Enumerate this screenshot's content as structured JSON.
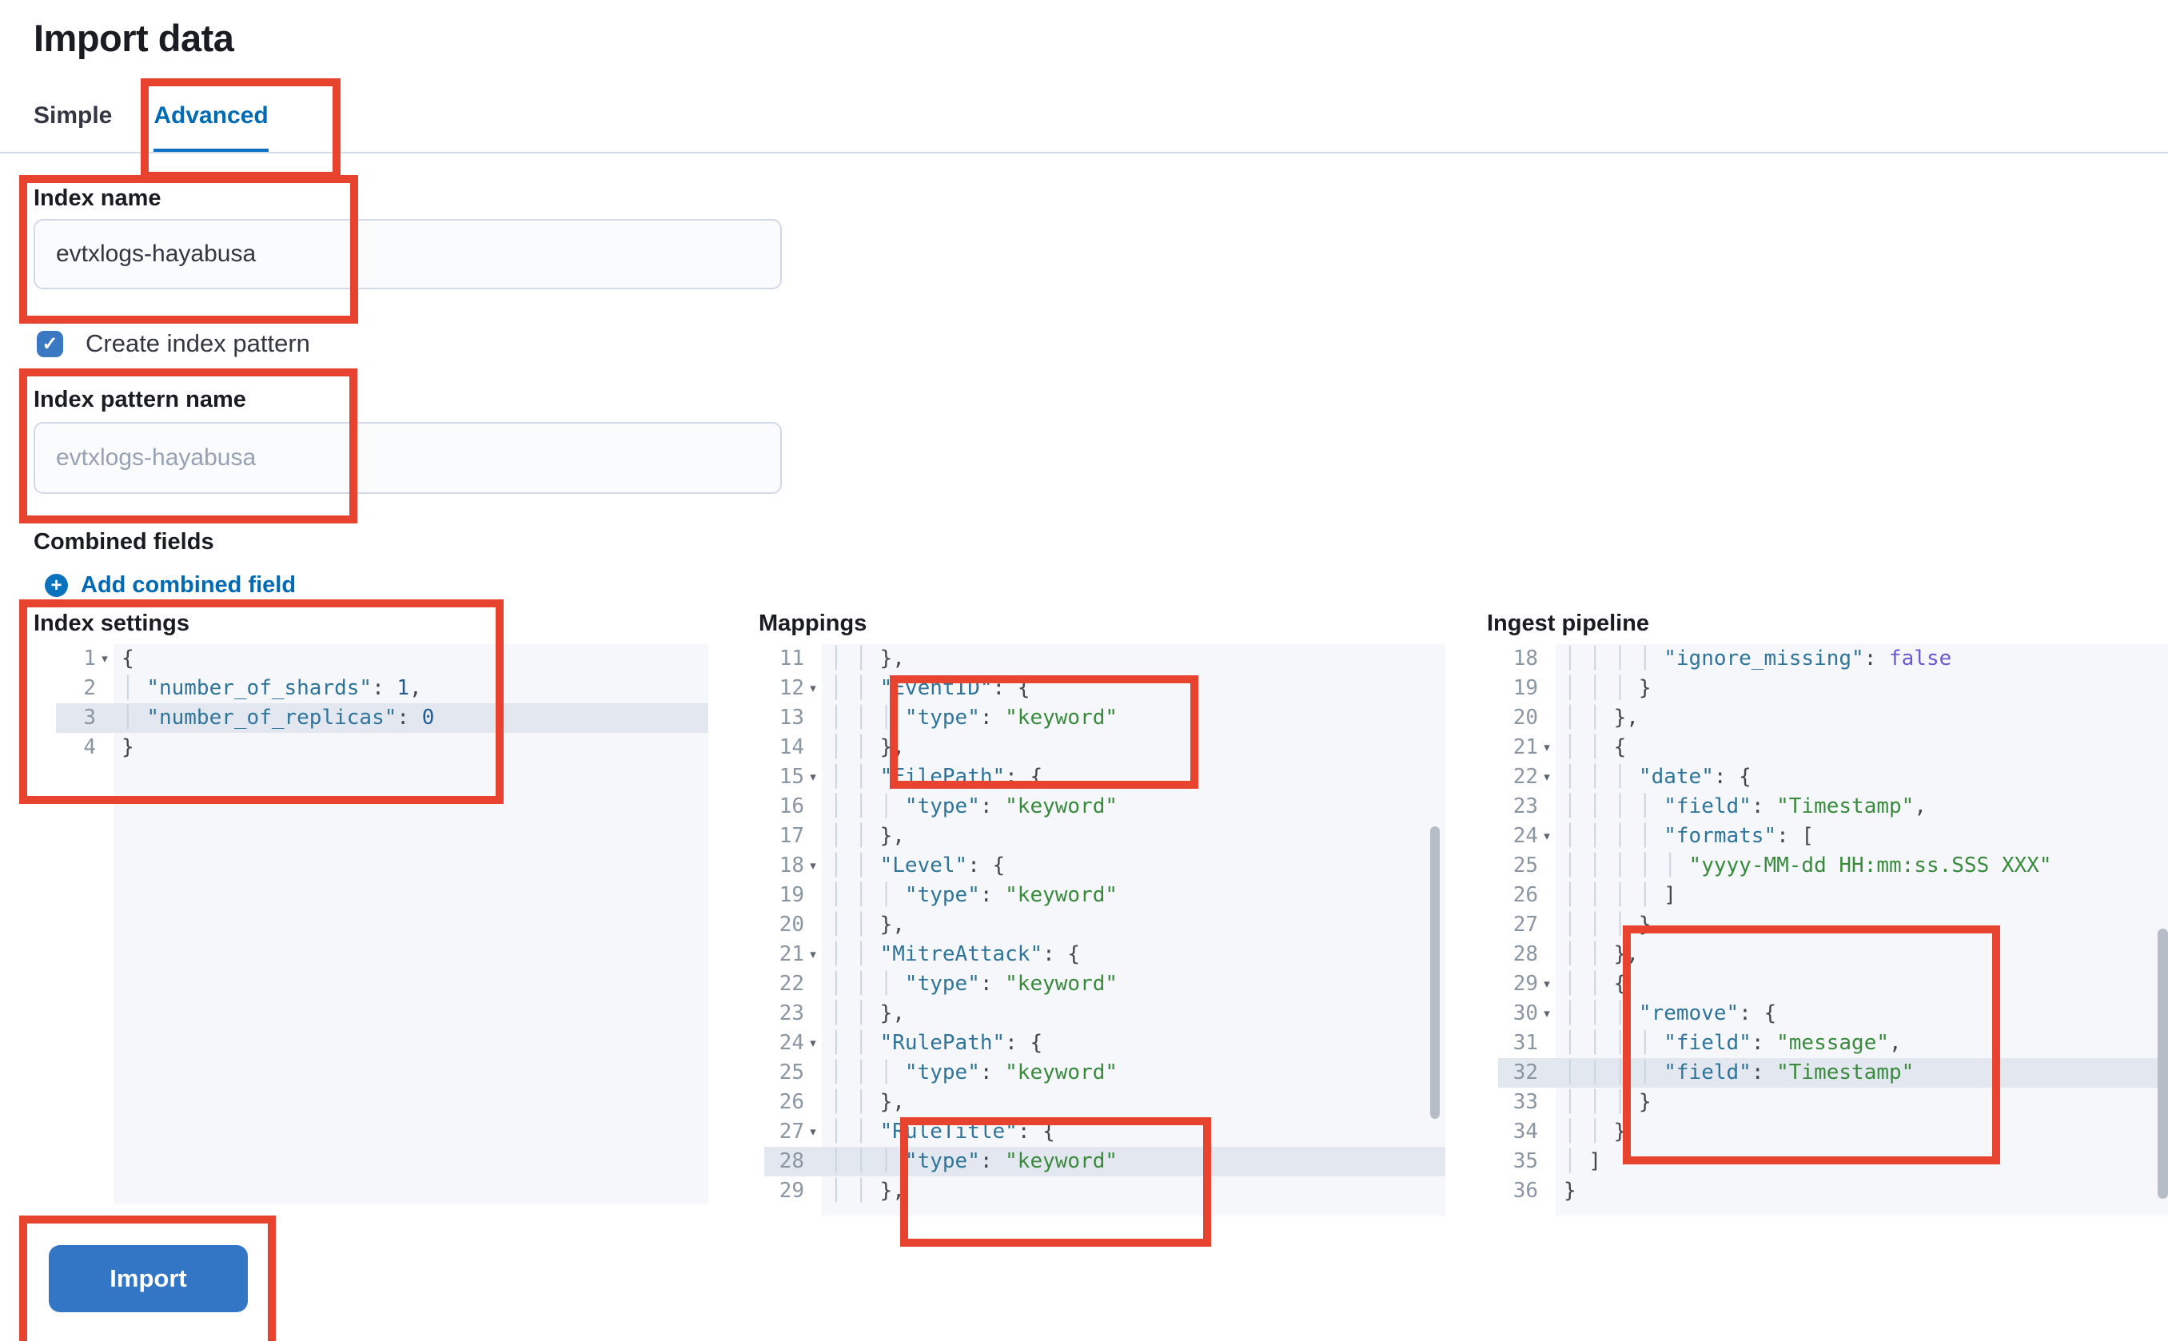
{
  "page": {
    "title": "Import data"
  },
  "tabs": [
    {
      "label": "Simple",
      "active": false
    },
    {
      "label": "Advanced",
      "active": true
    }
  ],
  "form": {
    "index_name": {
      "label": "Index name",
      "value": "evtxlogs-hayabusa"
    },
    "create_index_pattern": {
      "label": "Create index pattern",
      "checked": true
    },
    "index_pattern_name": {
      "label": "Index pattern name",
      "placeholder": "evtxlogs-hayabusa"
    },
    "combined_fields": {
      "label": "Combined fields",
      "add_link_label": "Add combined field"
    }
  },
  "icons": {
    "checkbox_check": "✓",
    "add_plus": "+",
    "fold_arrow": "▾",
    "indent_guide": "│ "
  },
  "colors": {
    "annotation_red": "#e8432e",
    "link_blue": "#006bb4",
    "tab_underline_blue": "#0b6fc4",
    "checkbox_blue": "#3a78c2",
    "button_blue": "#3276c5",
    "editor_bg": "#f5f7fa",
    "editor_highlight": "#e3e8f0",
    "syntax_key": "#2f7499",
    "syntax_string": "#3a8a3e",
    "syntax_number": "#255d8f",
    "syntax_boolean": "#6a5ad1"
  },
  "import_button": {
    "label": "Import"
  },
  "editors": [
    {
      "label": "Index settings",
      "lines": [
        {
          "n": "1",
          "fold": true,
          "ind": 0,
          "seg": [
            [
              "p",
              "{"
            ]
          ]
        },
        {
          "n": "2",
          "ind": 1,
          "seg": [
            [
              "k",
              "\"number_of_shards\""
            ],
            [
              "p",
              ": "
            ],
            [
              "n",
              "1"
            ],
            [
              "p",
              ","
            ]
          ]
        },
        {
          "n": "3",
          "ind": 1,
          "hl": true,
          "seg": [
            [
              "k",
              "\"number_of_replicas\""
            ],
            [
              "p",
              ": "
            ],
            [
              "n",
              "0"
            ]
          ]
        },
        {
          "n": "4",
          "ind": 0,
          "seg": [
            [
              "p",
              "}"
            ]
          ]
        }
      ]
    },
    {
      "label": "Mappings",
      "lines": [
        {
          "n": "11",
          "ind": 2,
          "seg": [
            [
              "p",
              "},"
            ]
          ]
        },
        {
          "n": "12",
          "fold": true,
          "ind": 2,
          "seg": [
            [
              "k",
              "\"EventID\""
            ],
            [
              "p",
              ": {"
            ]
          ]
        },
        {
          "n": "13",
          "ind": 3,
          "seg": [
            [
              "k",
              "\"type\""
            ],
            [
              "p",
              ": "
            ],
            [
              "s",
              "\"keyword\""
            ]
          ]
        },
        {
          "n": "14",
          "ind": 2,
          "seg": [
            [
              "p",
              "},"
            ]
          ]
        },
        {
          "n": "15",
          "fold": true,
          "ind": 2,
          "seg": [
            [
              "k",
              "\"FilePath\""
            ],
            [
              "p",
              ": {"
            ]
          ]
        },
        {
          "n": "16",
          "ind": 3,
          "seg": [
            [
              "k",
              "\"type\""
            ],
            [
              "p",
              ": "
            ],
            [
              "s",
              "\"keyword\""
            ]
          ]
        },
        {
          "n": "17",
          "ind": 2,
          "seg": [
            [
              "p",
              "},"
            ]
          ]
        },
        {
          "n": "18",
          "fold": true,
          "ind": 2,
          "seg": [
            [
              "k",
              "\"Level\""
            ],
            [
              "p",
              ": {"
            ]
          ]
        },
        {
          "n": "19",
          "ind": 3,
          "seg": [
            [
              "k",
              "\"type\""
            ],
            [
              "p",
              ": "
            ],
            [
              "s",
              "\"keyword\""
            ]
          ]
        },
        {
          "n": "20",
          "ind": 2,
          "seg": [
            [
              "p",
              "},"
            ]
          ]
        },
        {
          "n": "21",
          "fold": true,
          "ind": 2,
          "seg": [
            [
              "k",
              "\"MitreAttack\""
            ],
            [
              "p",
              ": {"
            ]
          ]
        },
        {
          "n": "22",
          "ind": 3,
          "seg": [
            [
              "k",
              "\"type\""
            ],
            [
              "p",
              ": "
            ],
            [
              "s",
              "\"keyword\""
            ]
          ]
        },
        {
          "n": "23",
          "ind": 2,
          "seg": [
            [
              "p",
              "},"
            ]
          ]
        },
        {
          "n": "24",
          "fold": true,
          "ind": 2,
          "seg": [
            [
              "k",
              "\"RulePath\""
            ],
            [
              "p",
              ": {"
            ]
          ]
        },
        {
          "n": "25",
          "ind": 3,
          "seg": [
            [
              "k",
              "\"type\""
            ],
            [
              "p",
              ": "
            ],
            [
              "s",
              "\"keyword\""
            ]
          ]
        },
        {
          "n": "26",
          "ind": 2,
          "seg": [
            [
              "p",
              "},"
            ]
          ]
        },
        {
          "n": "27",
          "fold": true,
          "ind": 2,
          "seg": [
            [
              "k",
              "\"RuleTitle\""
            ],
            [
              "p",
              ": {"
            ]
          ]
        },
        {
          "n": "28",
          "ind": 3,
          "hl": true,
          "seg": [
            [
              "k",
              "\"type\""
            ],
            [
              "p",
              ": "
            ],
            [
              "s",
              "\"keyword\""
            ]
          ]
        },
        {
          "n": "29",
          "ind": 2,
          "seg": [
            [
              "p",
              "},"
            ]
          ]
        }
      ]
    },
    {
      "label": "Ingest pipeline",
      "lines": [
        {
          "n": "18",
          "ind": 4,
          "seg": [
            [
              "k",
              "\"ignore_missing\""
            ],
            [
              "p",
              ": "
            ],
            [
              "b",
              "false"
            ]
          ]
        },
        {
          "n": "19",
          "ind": 3,
          "seg": [
            [
              "p",
              "}"
            ]
          ]
        },
        {
          "n": "20",
          "ind": 2,
          "seg": [
            [
              "p",
              "},"
            ]
          ]
        },
        {
          "n": "21",
          "fold": true,
          "ind": 2,
          "seg": [
            [
              "p",
              "{"
            ]
          ]
        },
        {
          "n": "22",
          "fold": true,
          "ind": 3,
          "seg": [
            [
              "k",
              "\"date\""
            ],
            [
              "p",
              ": {"
            ]
          ]
        },
        {
          "n": "23",
          "ind": 4,
          "seg": [
            [
              "k",
              "\"field\""
            ],
            [
              "p",
              ": "
            ],
            [
              "s",
              "\"Timestamp\""
            ],
            [
              "p",
              ","
            ]
          ]
        },
        {
          "n": "24",
          "fold": true,
          "ind": 4,
          "seg": [
            [
              "k",
              "\"formats\""
            ],
            [
              "p",
              ": ["
            ]
          ]
        },
        {
          "n": "25",
          "ind": 5,
          "seg": [
            [
              "s",
              "\"yyyy-MM-dd HH:mm:ss.SSS XXX\""
            ]
          ]
        },
        {
          "n": "26",
          "ind": 4,
          "seg": [
            [
              "p",
              "]"
            ]
          ]
        },
        {
          "n": "27",
          "ind": 3,
          "seg": [
            [
              "p",
              "}"
            ]
          ]
        },
        {
          "n": "28",
          "ind": 2,
          "seg": [
            [
              "p",
              "},"
            ]
          ]
        },
        {
          "n": "29",
          "fold": true,
          "ind": 2,
          "seg": [
            [
              "p",
              "{"
            ]
          ]
        },
        {
          "n": "30",
          "fold": true,
          "ind": 3,
          "seg": [
            [
              "k",
              "\"remove\""
            ],
            [
              "p",
              ": {"
            ]
          ]
        },
        {
          "n": "31",
          "ind": 4,
          "seg": [
            [
              "k",
              "\"field\""
            ],
            [
              "p",
              ": "
            ],
            [
              "s",
              "\"message\""
            ],
            [
              "p",
              ","
            ]
          ]
        },
        {
          "n": "32",
          "ind": 4,
          "hl": true,
          "seg": [
            [
              "k",
              "\"field\""
            ],
            [
              "p",
              ": "
            ],
            [
              "s",
              "\"Timestamp\""
            ]
          ]
        },
        {
          "n": "33",
          "ind": 3,
          "seg": [
            [
              "p",
              "}"
            ]
          ]
        },
        {
          "n": "34",
          "ind": 2,
          "seg": [
            [
              "p",
              "}"
            ]
          ]
        },
        {
          "n": "35",
          "ind": 1,
          "seg": [
            [
              "p",
              "]"
            ]
          ]
        },
        {
          "n": "36",
          "ind": 0,
          "seg": [
            [
              "p",
              "}"
            ]
          ]
        }
      ]
    }
  ]
}
